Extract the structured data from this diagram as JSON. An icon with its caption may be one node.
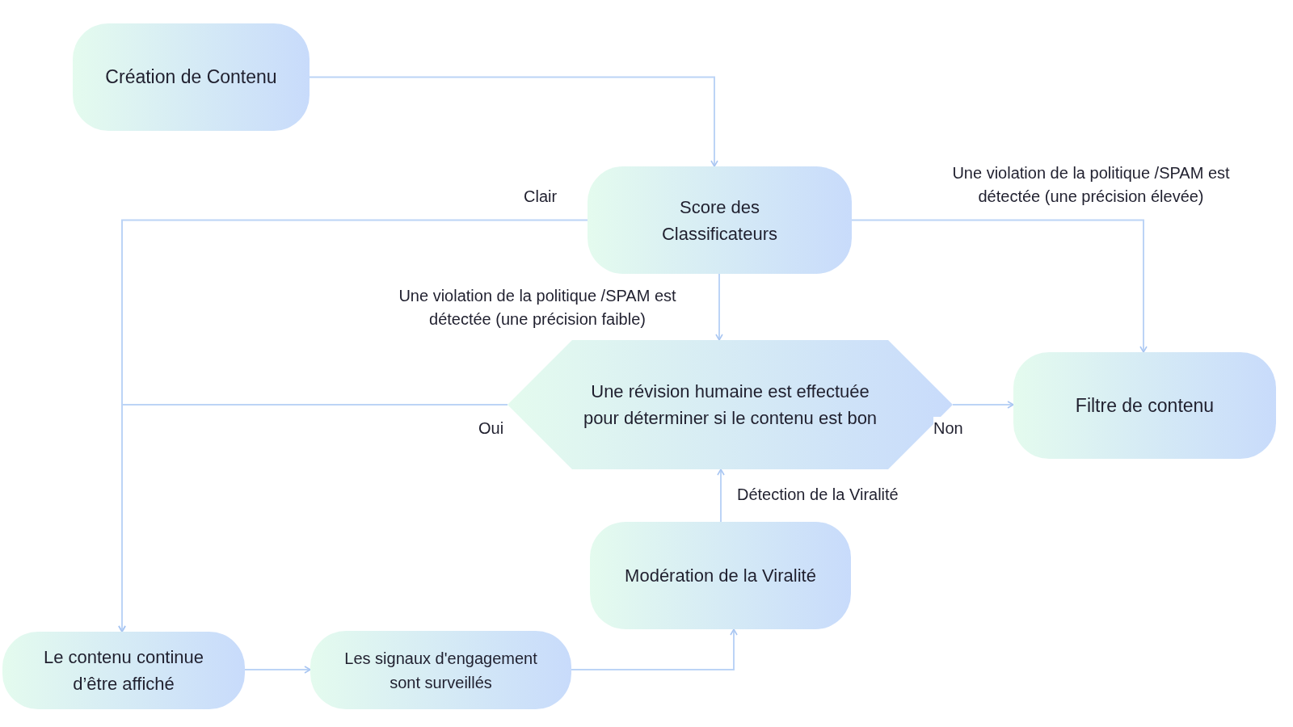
{
  "diagram": {
    "nodes": [
      {
        "text": [
          "Création de Contenu"
        ]
      },
      {
        "text": [
          "Score des Classificateurs"
        ]
      },
      {
        "text": [
          "Une révision humaine est effectuée pour déterminer si le contenu est bon"
        ]
      },
      {
        "text": [
          "Filtre de contenu"
        ]
      },
      {
        "text": [
          "Modération de la Viralité"
        ]
      },
      {
        "text": [
          "Le contenu continue d’être affiché"
        ]
      },
      {
        "text": [
          "Les signaux d'engagement sont surveillés"
        ]
      }
    ],
    "edges": [
      {
        "from": 0,
        "to": 1,
        "arrow": "to"
      },
      {
        "from": 1,
        "to": 5,
        "arrow": "to",
        "label": "Clair"
      },
      {
        "from": 1,
        "to": 3,
        "arrow": "to",
        "label": "Une violation de la politique /SPAM est détectée (une précision élevée)"
      },
      {
        "from": 1,
        "to": 2,
        "arrow": "to",
        "label": "Une violation de la politique /SPAM est détectée (une précision faible)"
      },
      {
        "from": 2,
        "to": 5,
        "arrow": "to",
        "label": "Oui"
      },
      {
        "from": 2,
        "to": 3,
        "arrow": "to",
        "label": "Non"
      },
      {
        "from": 4,
        "to": 2,
        "arrow": "to",
        "label": "Détection de la Viralité"
      },
      {
        "from": 5,
        "to": 6,
        "arrow": "to"
      },
      {
        "from": 6,
        "to": 4,
        "arrow": "to"
      }
    ]
  }
}
